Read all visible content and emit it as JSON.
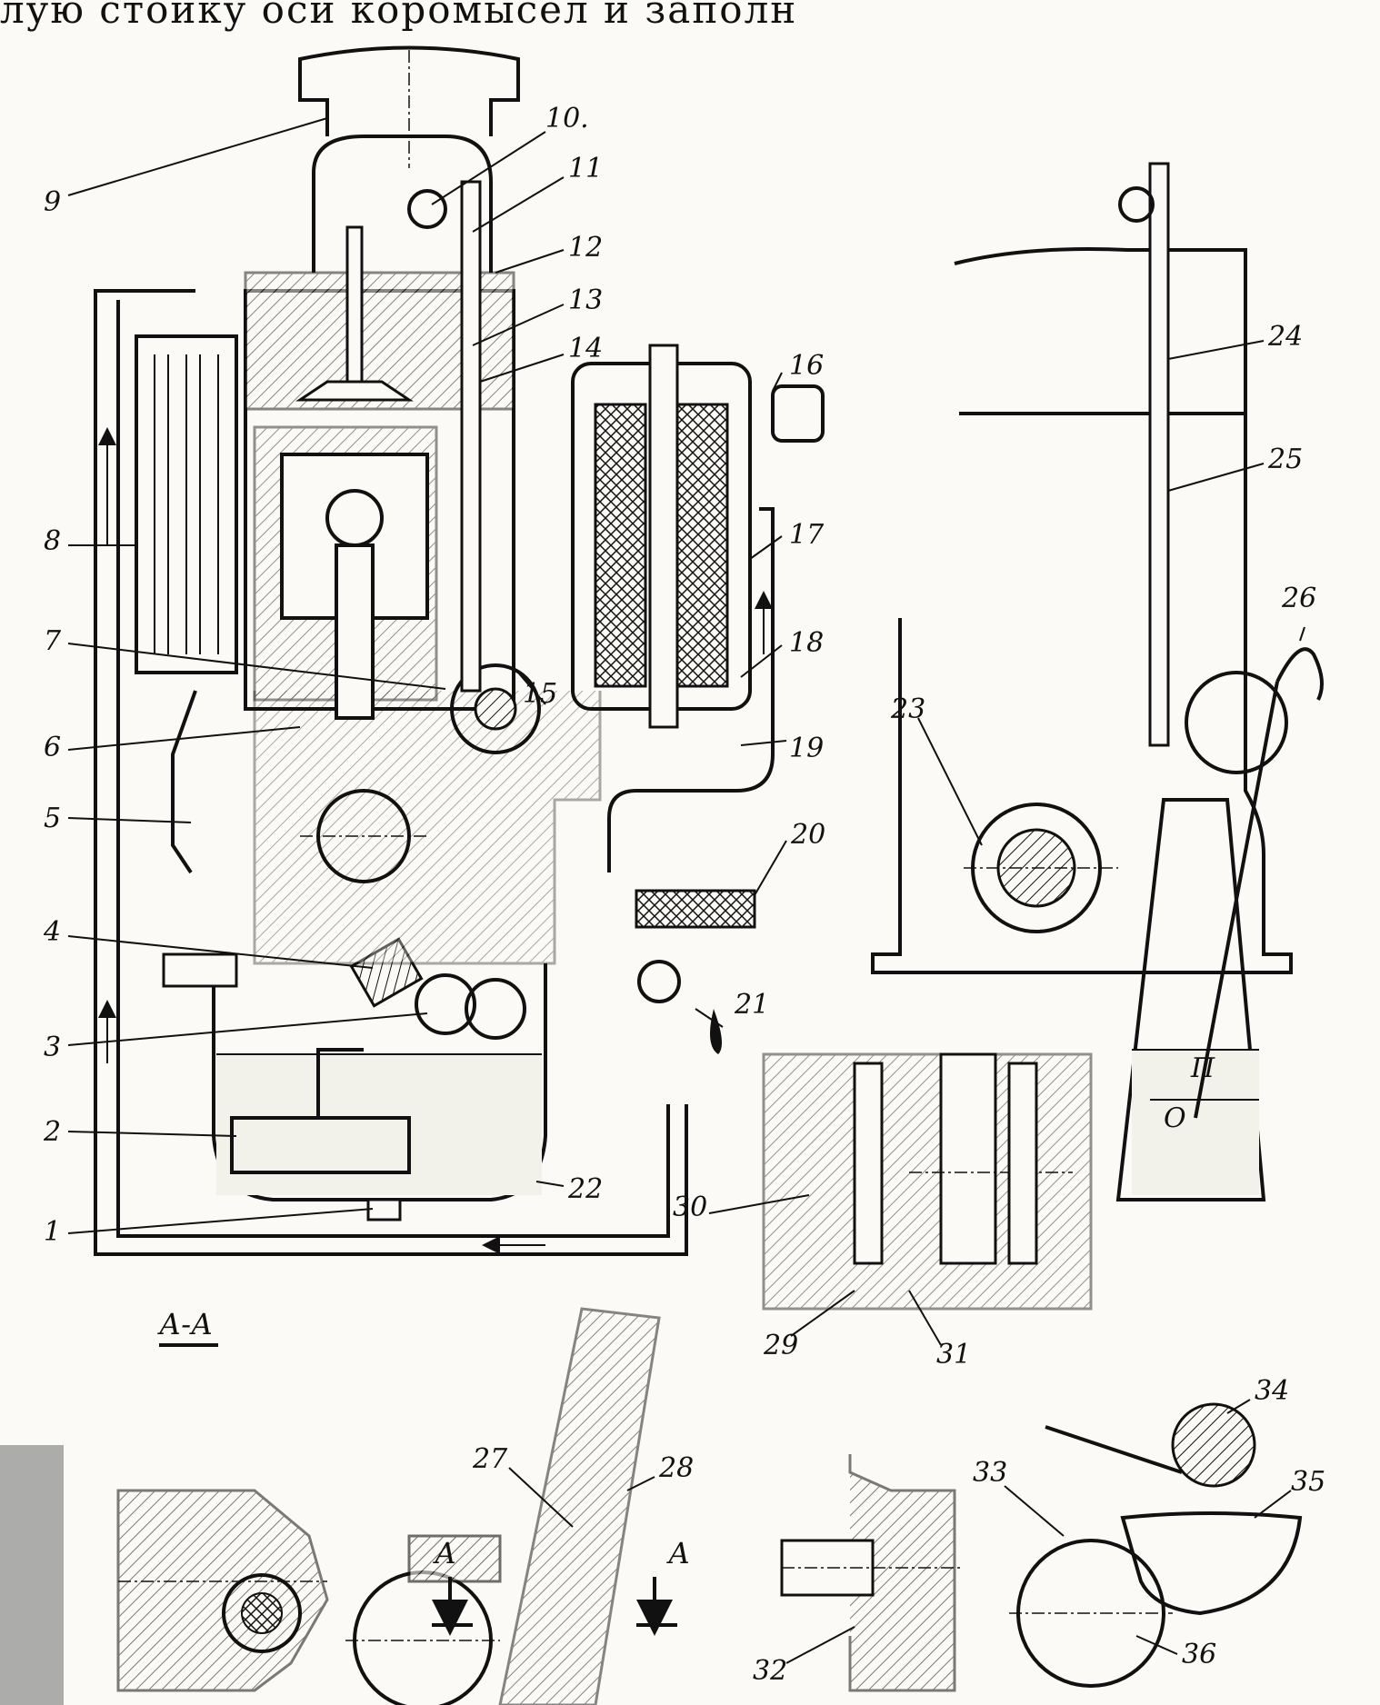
{
  "header_text": "лую стойку оси коромысел и заполн",
  "labels": {
    "l1": "1",
    "l2": "2",
    "l3": "3",
    "l4": "4",
    "l5": "5",
    "l6": "6",
    "l7": "7",
    "l8": "8",
    "l9": "9",
    "l10": "10.",
    "l11": "11",
    "l12": "12",
    "l13": "13",
    "l14": "14",
    "l15": "15",
    "l16": "16",
    "l17": "17",
    "l18": "18",
    "l19": "19",
    "l20": "20",
    "l21": "21",
    "l22": "22",
    "l23": "23",
    "l24": "24",
    "l25": "25",
    "l26": "26",
    "l27a": "27",
    "l28": "28",
    "l29": "29",
    "l30": "30",
    "l31": "31",
    "l32": "32",
    "l33": "33",
    "l34": "34",
    "l35": "35",
    "l36": "36"
  },
  "section_labels": {
    "aa_title": "А-А",
    "a_left": "А",
    "a_right": "А"
  },
  "dipstick_marks": {
    "upper": "П",
    "lower": "О"
  }
}
